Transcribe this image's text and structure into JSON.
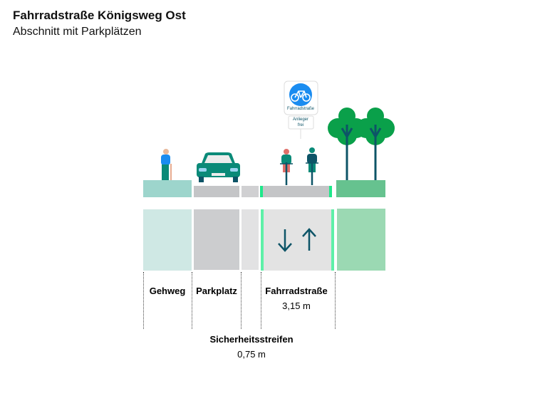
{
  "header": {
    "title": "Fahrradstraße Königsweg Ost",
    "subtitle": "Abschnitt mit Parkplätzen"
  },
  "sign": {
    "main": "Fahrradstraße",
    "sub_line1": "Anlieger",
    "sub_line2": "frei"
  },
  "zones": [
    {
      "label": "Gehweg",
      "color": "#9dd5cc",
      "plan_color": "#cfe8e4"
    },
    {
      "label": "Parkplatz",
      "color": "#c4c5c7",
      "plan_color": "#cccdcf"
    },
    {
      "label": "Sicherheitsstreifen",
      "width": "0,75 m",
      "color": "#d0d0d2",
      "plan_color": "#e2e2e3"
    },
    {
      "label": "Fahrradstraße",
      "width": "3,15 m",
      "color": "#c4c5c7",
      "plan_color": "#e3e3e3",
      "edge_color": "#5ef0a8"
    },
    {
      "color": "#66c28f",
      "plan_color": "#9bd9b3"
    }
  ],
  "colors": {
    "sign_blue": "#1a8cf0",
    "dark_teal": "#0d5467",
    "car": "#0a8a78",
    "tree": "#0aa04a"
  }
}
